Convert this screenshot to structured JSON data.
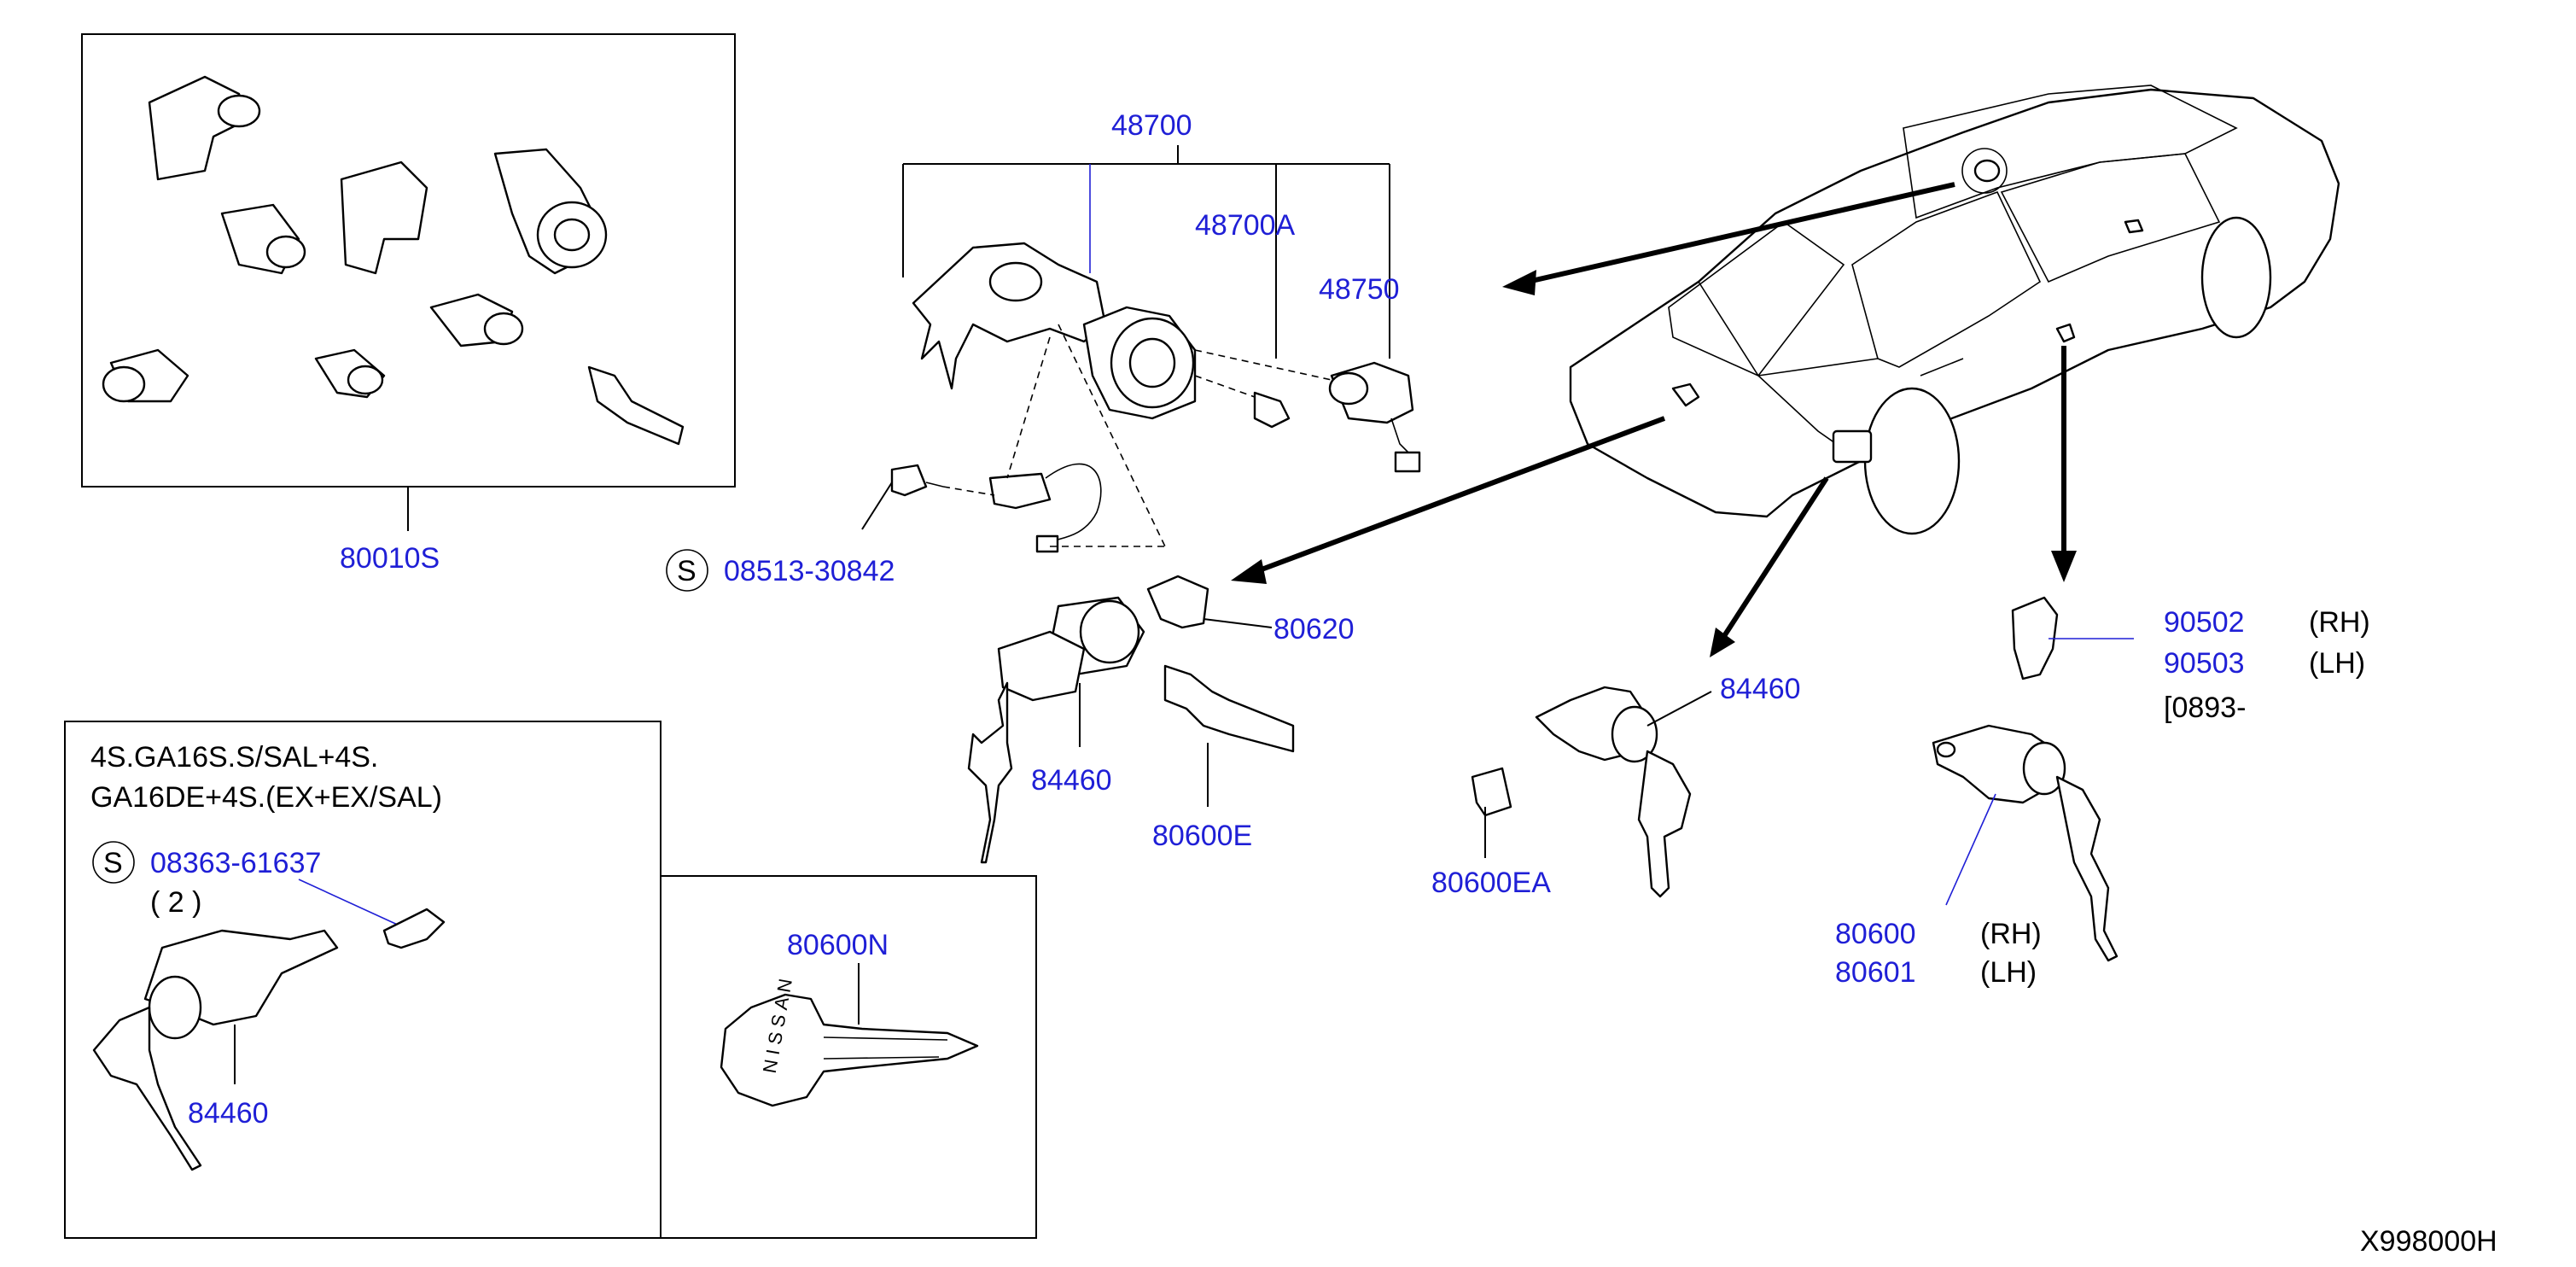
{
  "diagram": {
    "colors": {
      "part_number": "#1f1fd6",
      "text": "#000000",
      "line": "#000000"
    },
    "parts": {
      "p48700": "48700",
      "p48700a": "48700A",
      "p48750": "48750",
      "p80010s": "80010S",
      "p08513": "08513-30842",
      "p80620": "80620",
      "p84460_center": "84460",
      "p80600e": "80600E",
      "p84460_door": "84460",
      "p80600ea": "80600EA",
      "p90502": "90502",
      "p90503": "90503",
      "p80600": "80600",
      "p80601": "80601",
      "p08363": "08363-61637",
      "p84460_inset": "84460",
      "p80600n": "80600N"
    },
    "text": {
      "s1": "S",
      "s2": "S",
      "qty": "( 2 )",
      "rh1": "(RH)",
      "lh1": "(LH)",
      "date_range": "[0893-",
      "rh2": "(RH)",
      "lh2": "(LH)",
      "inset_line1": "4S.GA16S.S/SAL+4S.",
      "inset_line2": "GA16DE+4S.(EX+EX/SAL)",
      "key_brand": "NISSAN",
      "diagram_code": "X998000H"
    }
  }
}
